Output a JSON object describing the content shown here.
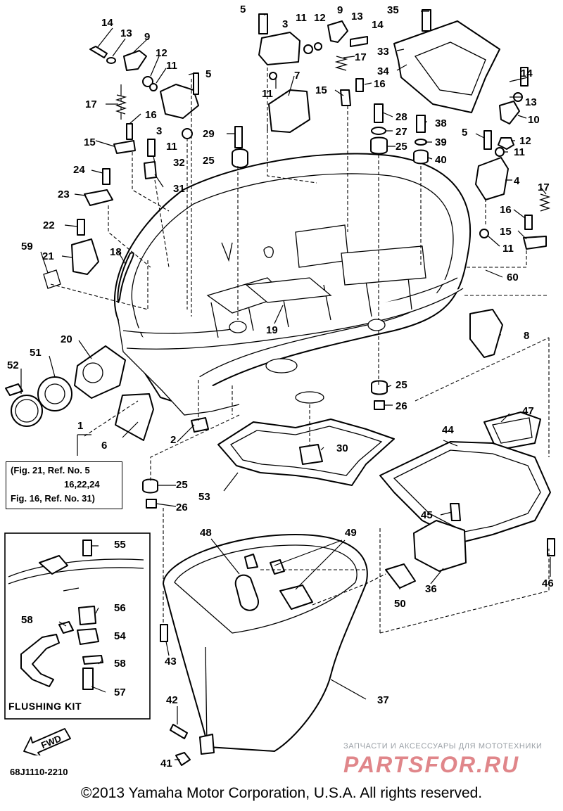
{
  "diagram": {
    "callouts": {
      "c5a": "5",
      "c3a": "3",
      "c11a": "11",
      "c12a": "12",
      "c9a": "9",
      "c13a": "13",
      "c14a": "14",
      "c35": "35",
      "c17a": "17",
      "c34": "34",
      "c33": "33",
      "c14b": "14",
      "c13b": "13",
      "c9b": "9",
      "c12b": "12",
      "c11b": "11",
      "c5b": "5",
      "c7": "7",
      "c11c": "11",
      "c15a": "15",
      "c16a": "16",
      "c17b": "17",
      "c16b": "16",
      "c3b": "3",
      "c11d": "11",
      "c32": "32",
      "c31": "31",
      "c29": "29",
      "c25a": "25",
      "c28": "28",
      "c27": "27",
      "c38": "38",
      "c25b": "25",
      "c39": "39",
      "c40": "40",
      "c15b": "15",
      "c24": "24",
      "c23": "23",
      "c22": "22",
      "c14c": "14",
      "c13c": "13",
      "c10": "10",
      "c5c": "5",
      "c12c": "12",
      "c11e": "11",
      "c4": "4",
      "c17c": "17",
      "c16c": "16",
      "c15c": "15",
      "c11f": "11",
      "c59": "59",
      "c21": "21",
      "c18": "18",
      "c60": "60",
      "c19": "19",
      "c20": "20",
      "c51": "51",
      "c52": "52",
      "c8": "8",
      "c25c": "25",
      "c26a": "26",
      "c1": "1",
      "c6": "6",
      "c2": "2",
      "c47": "47",
      "c44": "44",
      "c30": "30",
      "c25d": "25",
      "c26b": "26",
      "c53": "53",
      "c45": "45",
      "c48": "48",
      "c49": "49",
      "c46": "46",
      "c36": "36",
      "c50": "50",
      "c55": "55",
      "c56": "56",
      "c58a": "58",
      "c54": "54",
      "c58b": "58",
      "c57": "57",
      "c43": "43",
      "c37": "37",
      "c42": "42",
      "c41": "41"
    },
    "ref_note": {
      "line1": "(Fig. 21, Ref. No. 5",
      "line2": "16,22,24",
      "line3": "Fig. 16, Ref. No. 31)"
    },
    "flushing_kit_label": "FLUSHING KIT",
    "fwd_label": "FWD",
    "doc_code": "68J1110-2210",
    "copyright": "©2013 Yamaha Motor Corporation, U.S.A. All rights reserved.",
    "watermark": {
      "tagline": "ЗАПЧАСТИ И АКСЕССУАРЫ ДЛЯ МОТОТЕХНИКИ",
      "logo": "PARTSFOR.RU",
      "logo_color": "#e0868a"
    }
  }
}
